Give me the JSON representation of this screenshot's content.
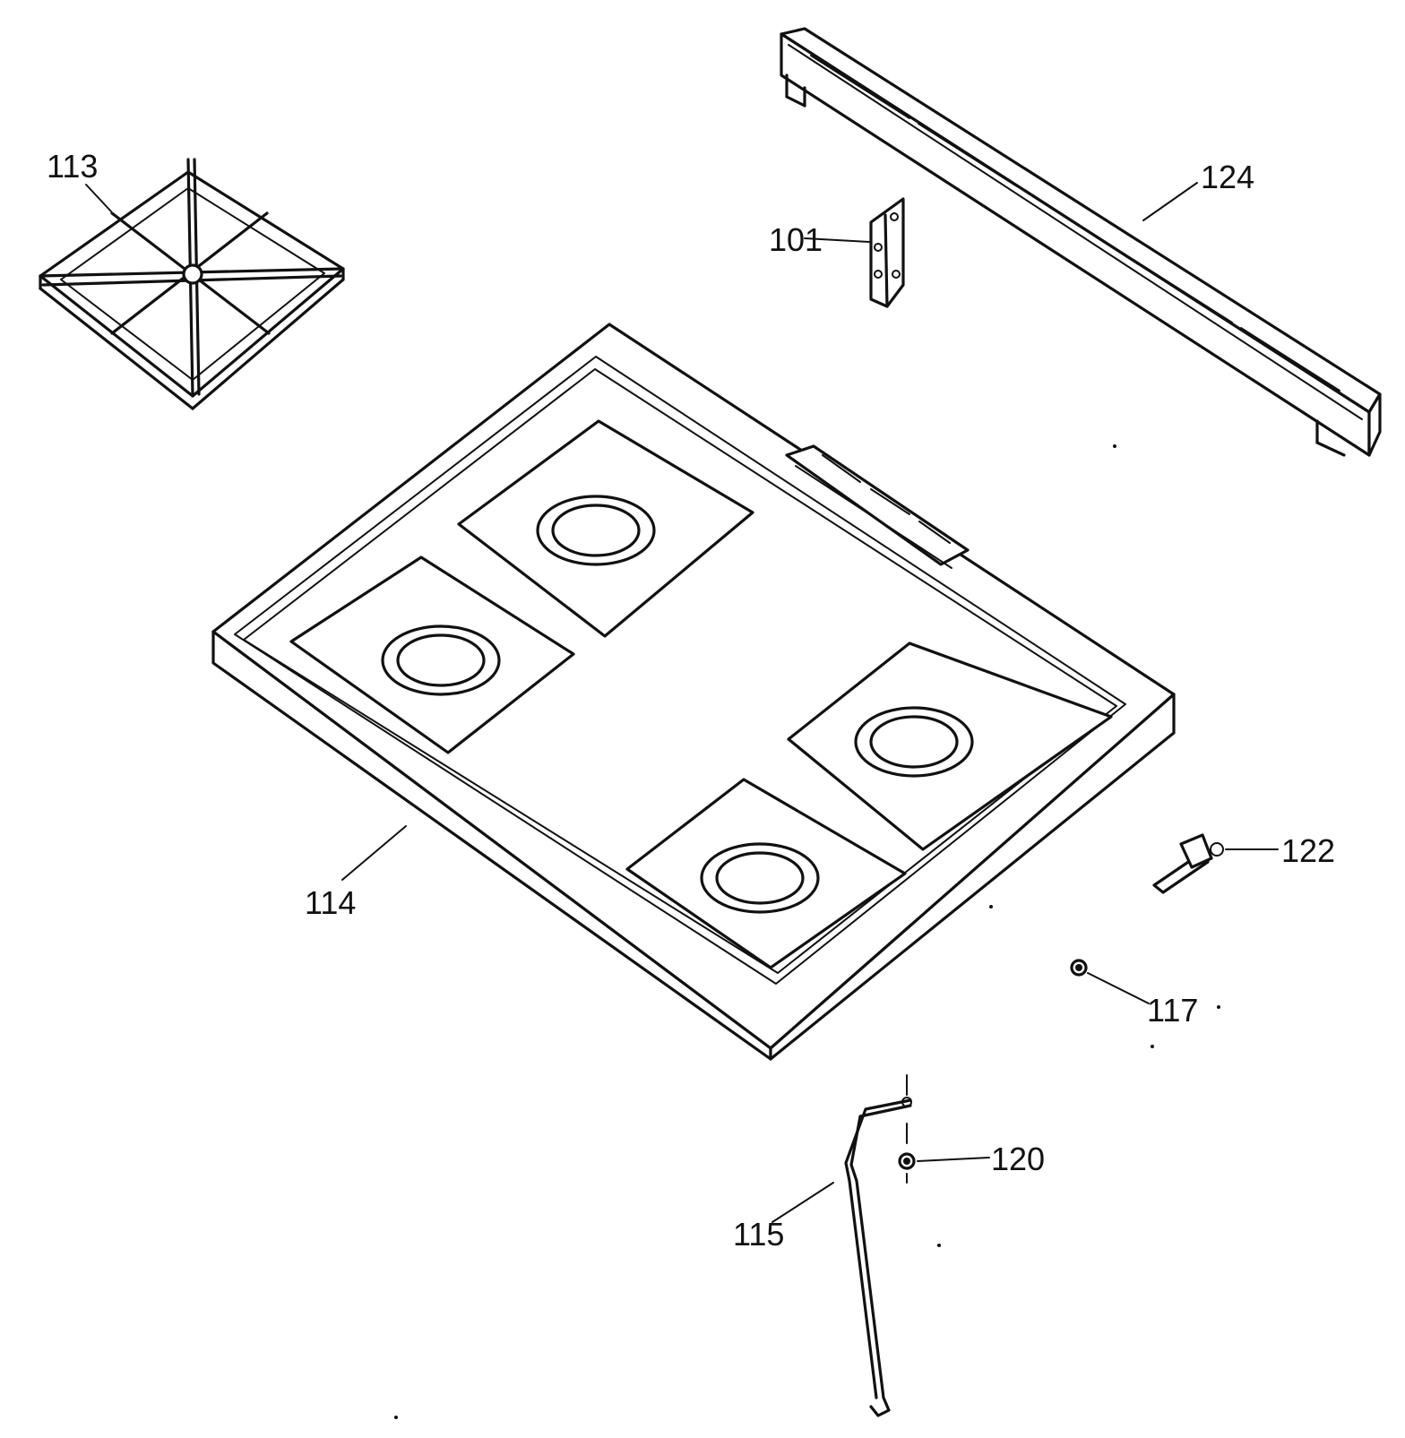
{
  "parts": [
    {
      "id": "grate",
      "label": "113"
    },
    {
      "id": "cooktop",
      "label": "114"
    },
    {
      "id": "bracket",
      "label": "101"
    },
    {
      "id": "trim",
      "label": "124"
    },
    {
      "id": "clip",
      "label": "122"
    },
    {
      "id": "screw",
      "label": "117"
    },
    {
      "id": "rod",
      "label": "115"
    },
    {
      "id": "nut",
      "label": "120"
    }
  ],
  "colors": {
    "ink": "#111111",
    "paper": "#ffffff"
  }
}
